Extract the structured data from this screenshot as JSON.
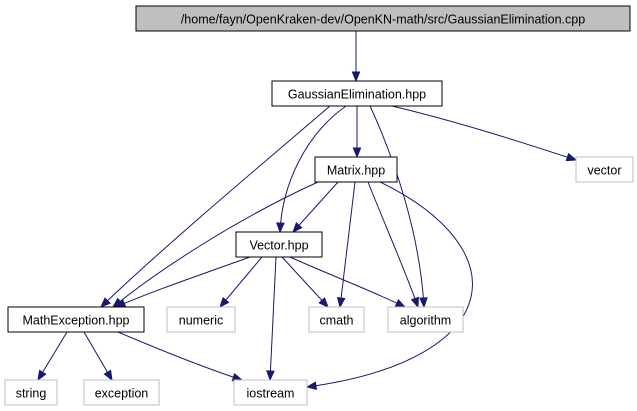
{
  "colors": {
    "edge": "#191970",
    "root_fill": "#bfbfbf",
    "root_stroke": "#000000",
    "local_stroke": "#000000",
    "system_stroke": "#bfbfbf",
    "text": "#000000"
  },
  "nodes": [
    {
      "id": "root",
      "label": "/home/fayn/OpenKraken-dev/OpenKN-math/src/GaussianElimination.cpp",
      "kind": "root"
    },
    {
      "id": "gaussian",
      "label": "GaussianElimination.hpp",
      "kind": "local"
    },
    {
      "id": "matrix",
      "label": "Matrix.hpp",
      "kind": "local"
    },
    {
      "id": "vector_std",
      "label": "vector",
      "kind": "system"
    },
    {
      "id": "vector_hpp",
      "label": "Vector.hpp",
      "kind": "local"
    },
    {
      "id": "mathexc",
      "label": "MathException.hpp",
      "kind": "local"
    },
    {
      "id": "numeric",
      "label": "numeric",
      "kind": "system"
    },
    {
      "id": "cmath",
      "label": "cmath",
      "kind": "system"
    },
    {
      "id": "algorithm",
      "label": "algorithm",
      "kind": "system"
    },
    {
      "id": "string",
      "label": "string",
      "kind": "system"
    },
    {
      "id": "exception",
      "label": "exception",
      "kind": "system"
    },
    {
      "id": "iostream",
      "label": "iostream",
      "kind": "system"
    }
  ],
  "edges": [
    {
      "from": "root",
      "to": "gaussian"
    },
    {
      "from": "gaussian",
      "to": "matrix"
    },
    {
      "from": "gaussian",
      "to": "vector_std"
    },
    {
      "from": "gaussian",
      "to": "vector_hpp"
    },
    {
      "from": "gaussian",
      "to": "mathexc"
    },
    {
      "from": "gaussian",
      "to": "algorithm"
    },
    {
      "from": "matrix",
      "to": "vector_hpp"
    },
    {
      "from": "matrix",
      "to": "mathexc"
    },
    {
      "from": "matrix",
      "to": "cmath"
    },
    {
      "from": "matrix",
      "to": "algorithm"
    },
    {
      "from": "matrix",
      "to": "iostream"
    },
    {
      "from": "vector_hpp",
      "to": "mathexc"
    },
    {
      "from": "vector_hpp",
      "to": "numeric"
    },
    {
      "from": "vector_hpp",
      "to": "cmath"
    },
    {
      "from": "vector_hpp",
      "to": "algorithm"
    },
    {
      "from": "vector_hpp",
      "to": "iostream"
    },
    {
      "from": "mathexc",
      "to": "string"
    },
    {
      "from": "mathexc",
      "to": "exception"
    },
    {
      "from": "mathexc",
      "to": "iostream"
    }
  ]
}
